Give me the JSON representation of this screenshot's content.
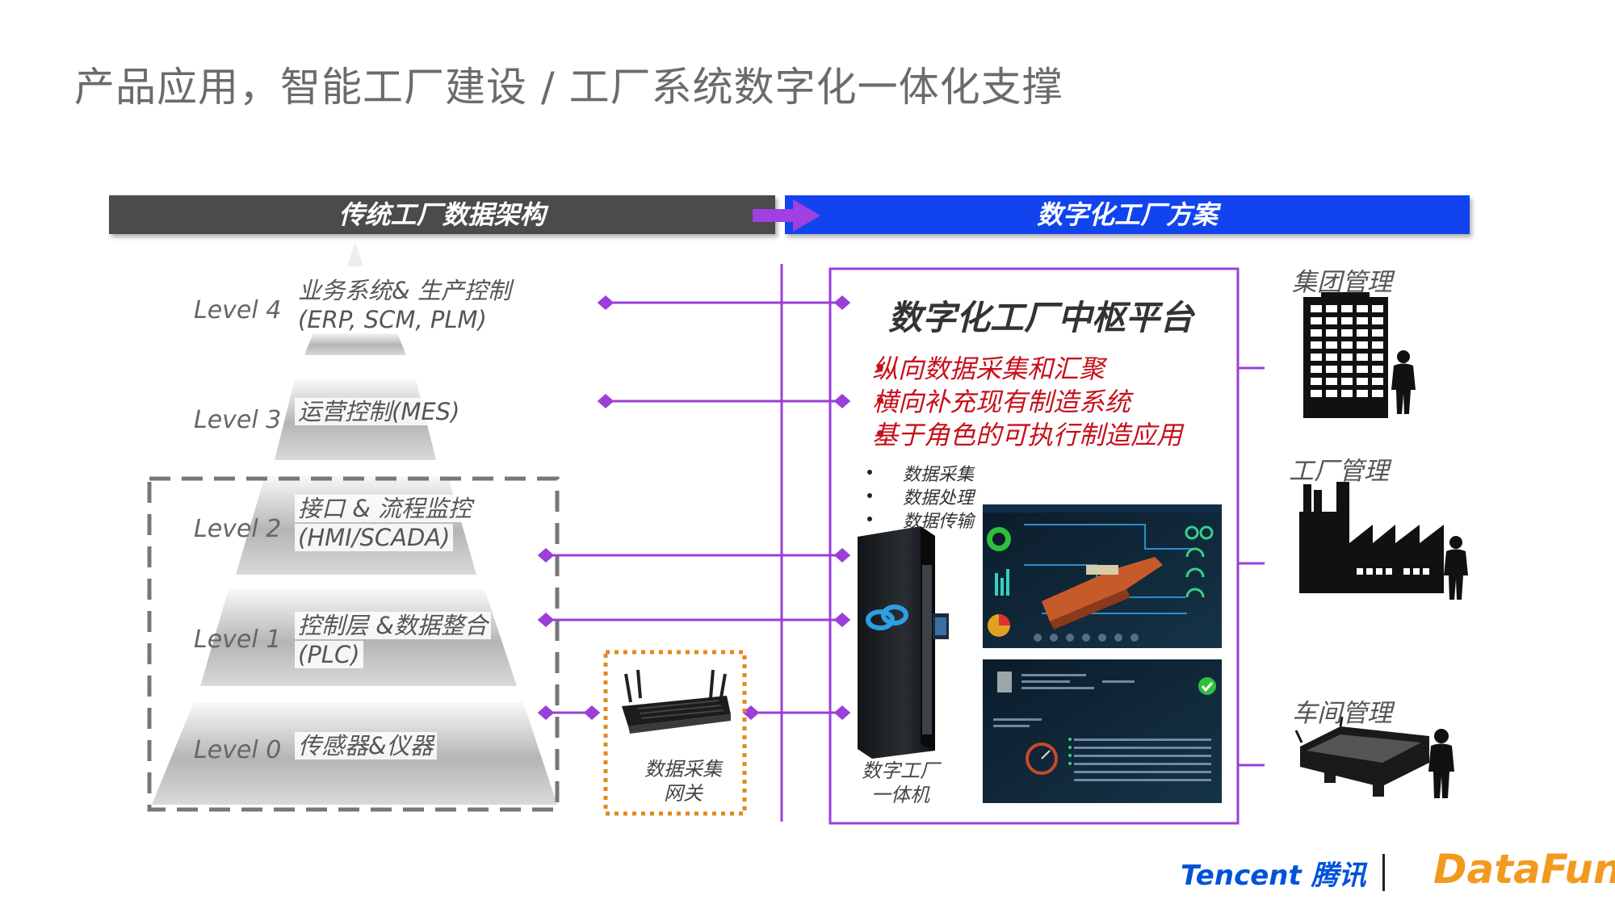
{
  "title": "产品应用，智能工厂建设 / 工厂系统数字化一体化支撑",
  "bands": {
    "left": "传统工厂数据架构",
    "right": "数字化工厂方案"
  },
  "levels": [
    {
      "name": "Level 4",
      "line1": "业务系统& 生产控制",
      "line2": "(ERP, SCM, PLM)"
    },
    {
      "name": "Level 3",
      "line1": "运营控制(MES)",
      "line2": ""
    },
    {
      "name": "Level 2",
      "line1": "接口 & 流程监控",
      "line2": "(HMI/SCADA)"
    },
    {
      "name": "Level 1",
      "line1": "控制层 &数据整合",
      "line2": "(PLC)"
    },
    {
      "name": "Level 0",
      "line1": "传感器&仪器",
      "line2": ""
    }
  ],
  "hub": {
    "title": "数字化工厂中枢平台",
    "features": [
      "纵向数据采集和汇聚",
      "横向补充现有制造系统",
      "基于角色的可执行制造应用"
    ],
    "functions": [
      "数据采集",
      "数据处理",
      "数据传输"
    ]
  },
  "gateway_label": [
    "数据采集",
    "网关"
  ],
  "machine_label": [
    "数字工厂",
    "一体机"
  ],
  "management": [
    "集团管理",
    "工厂管理",
    "车间管理"
  ],
  "logos": {
    "tencent": "Tencent 腾讯",
    "datafun": "DataFun."
  },
  "colors": {
    "accent_purple": "#9b3fd8",
    "band_dark": "#4b4b4b",
    "band_blue": "#1144ee",
    "feature_red": "#c8101b",
    "gateway_orange": "#e08a1e"
  }
}
